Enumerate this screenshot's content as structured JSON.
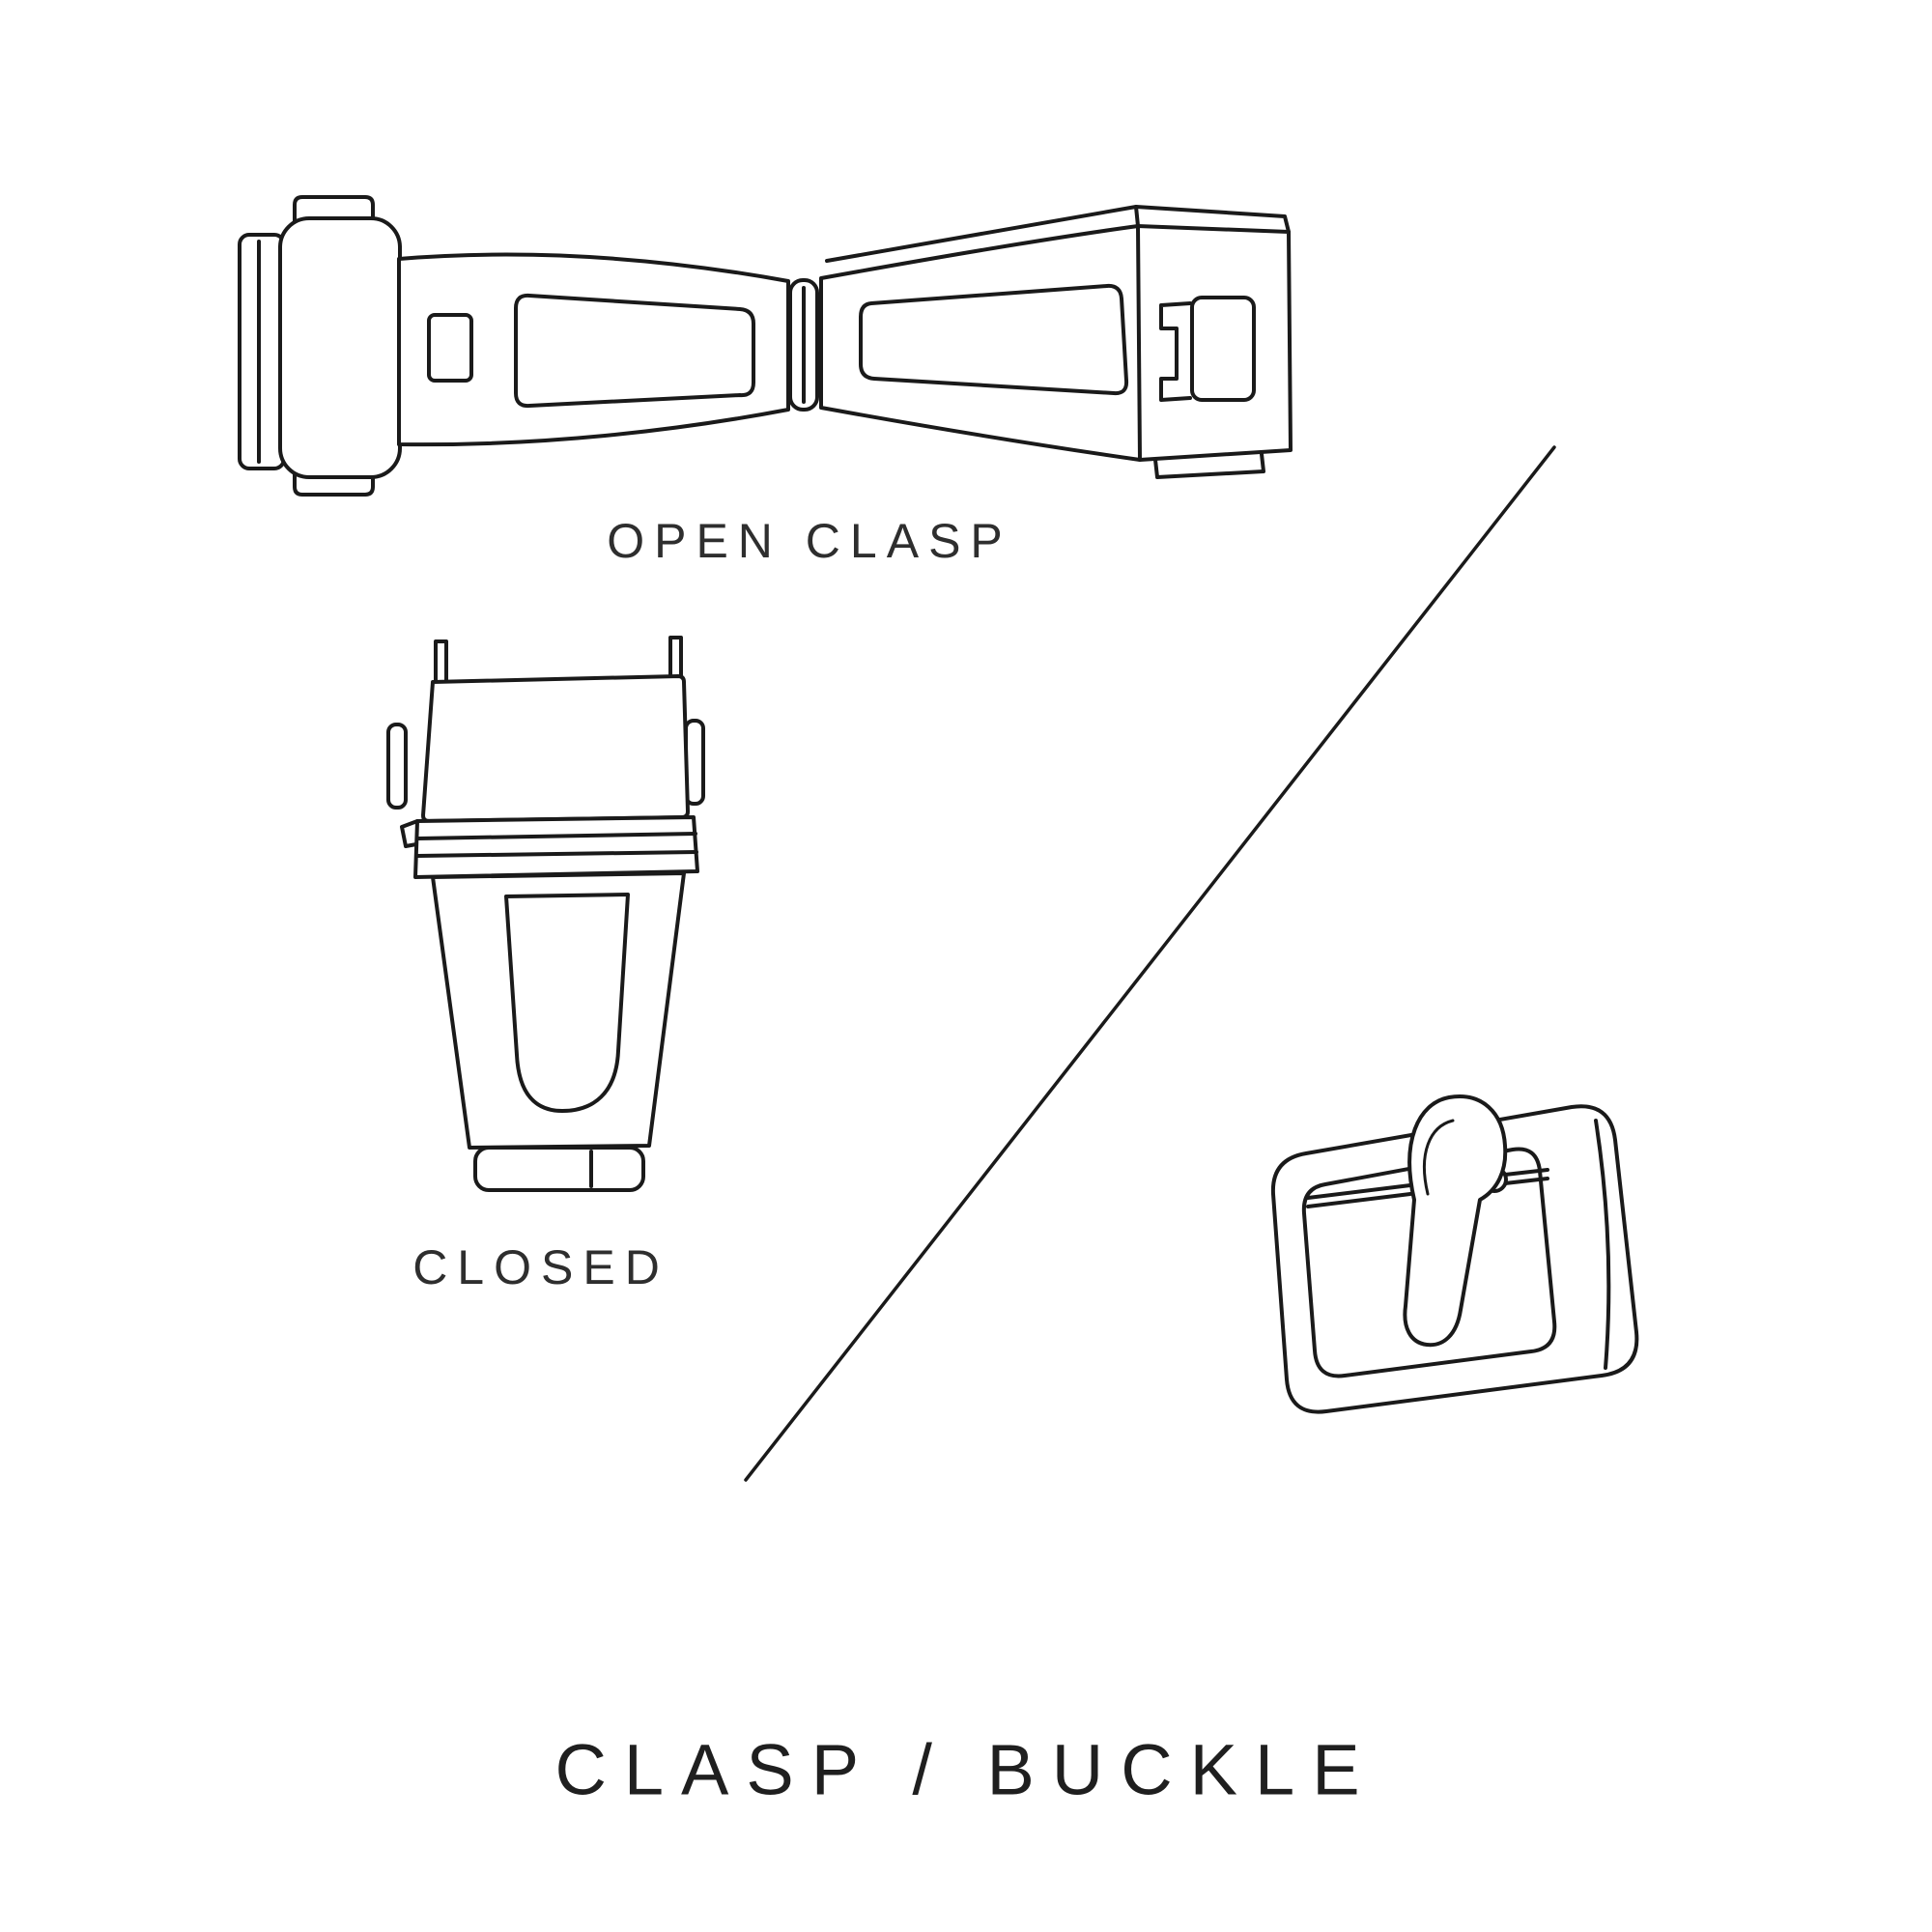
{
  "diagram": {
    "title": "CLASP / BUCKLE",
    "figures": [
      {
        "id": "open-clasp",
        "label": "OPEN CLASP"
      },
      {
        "id": "closed-clasp",
        "label": "CLOSED"
      },
      {
        "id": "pin-buckle",
        "label": ""
      }
    ],
    "colors": {
      "background": "#ffffff",
      "line": "#1a1a1a",
      "caption_text": "#2e2e2e",
      "title_text": "#1f1f1f"
    }
  }
}
